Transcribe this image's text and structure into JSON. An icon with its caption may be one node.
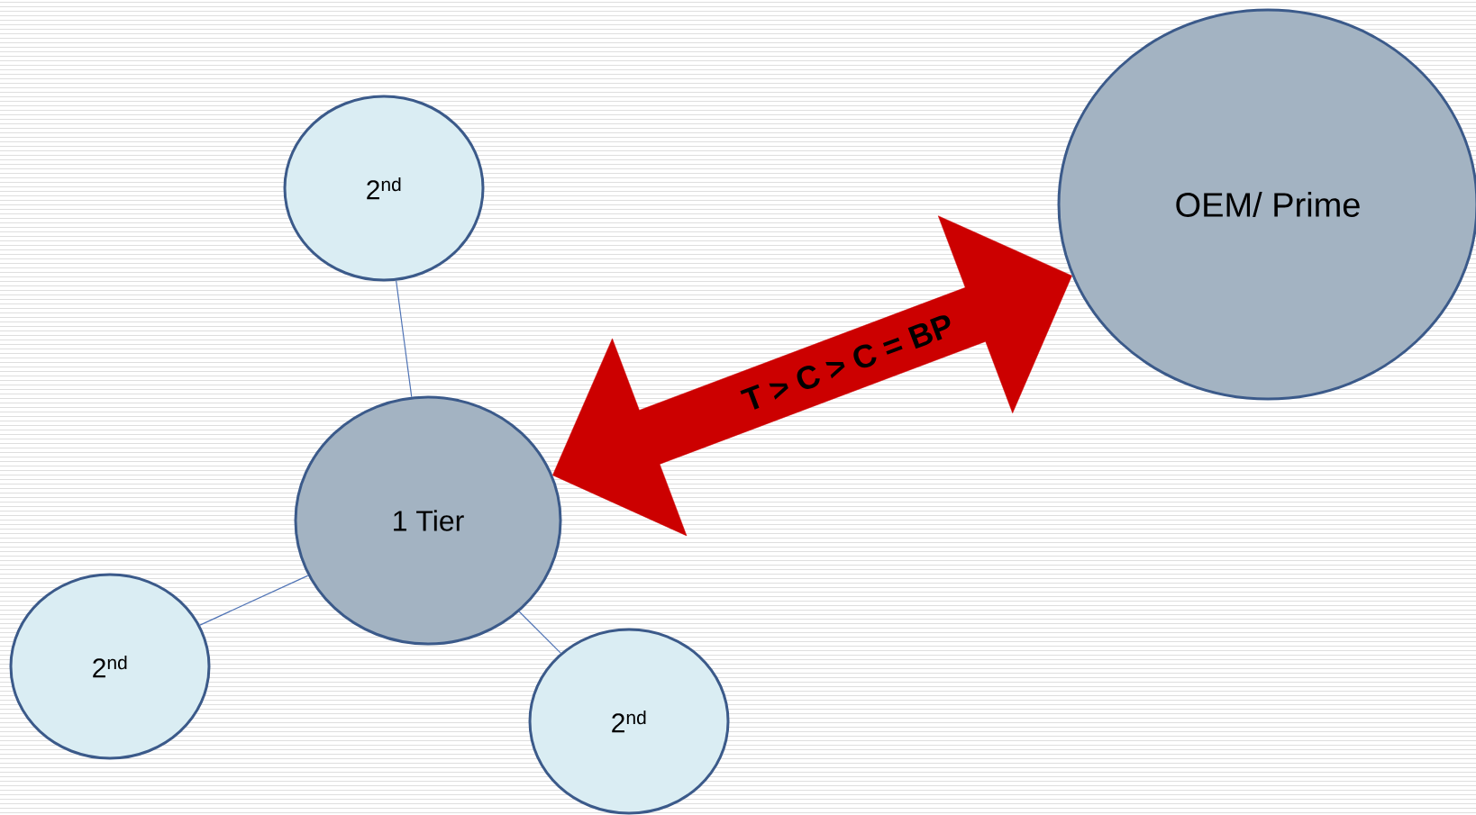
{
  "diagram": {
    "nodes": [
      {
        "text": [
          "2$^{nd}$"
        ]
      },
      {
        "text": [
          "1 Tier"
        ]
      },
      {
        "text": [
          "2$^{nd}$"
        ]
      },
      {
        "text": [
          "2$^{nd}$"
        ]
      },
      {
        "text": [
          "OEM/ Prime"
        ]
      }
    ],
    "edges": [
      {
        "from": 1,
        "to": 0,
        "arrow": "none"
      },
      {
        "from": 1,
        "to": 2,
        "arrow": "none"
      },
      {
        "from": 1,
        "to": 3,
        "arrow": "none"
      },
      {
        "from": 1,
        "to": 4,
        "arrow": "both",
        "label": "T > C > C = BP",
        "style": "thick",
        "color": "#cc0000"
      }
    ]
  }
}
